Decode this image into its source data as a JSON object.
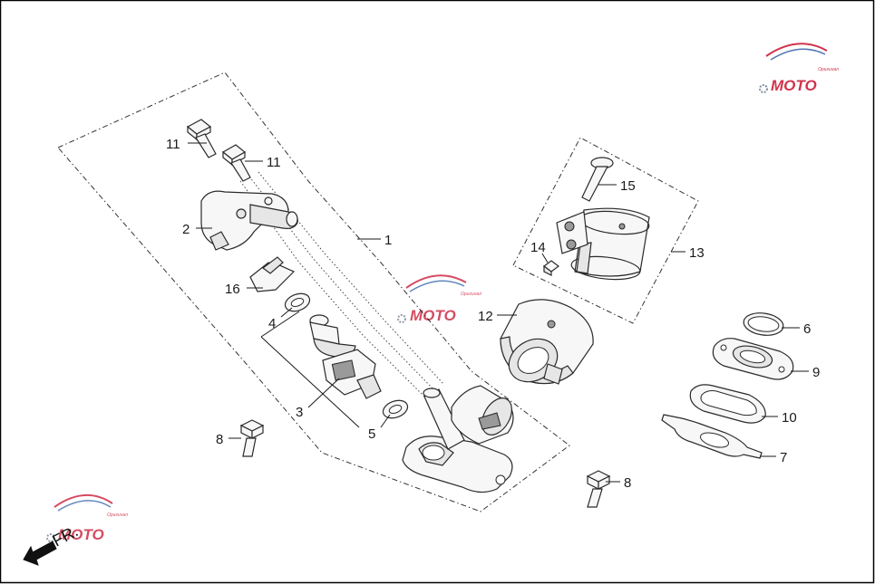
{
  "diagram": {
    "direction_label": "FR.",
    "watermark": {
      "brand": "MOTO",
      "sub": "Оригинал",
      "colors": {
        "red": "#c8102e",
        "blue": "#2e5fa8",
        "gear": "#6a7a8c"
      }
    },
    "callouts": {
      "c1": "1",
      "c2": "2",
      "c3": "3",
      "c4": "4",
      "c5": "5",
      "c6": "6",
      "c7": "7",
      "c8a": "8",
      "c8b": "8",
      "c9": "9",
      "c10": "10",
      "c11a": "11",
      "c11b": "11",
      "c12": "12",
      "c13": "13",
      "c14": "14",
      "c15": "15",
      "c16": "16"
    }
  }
}
